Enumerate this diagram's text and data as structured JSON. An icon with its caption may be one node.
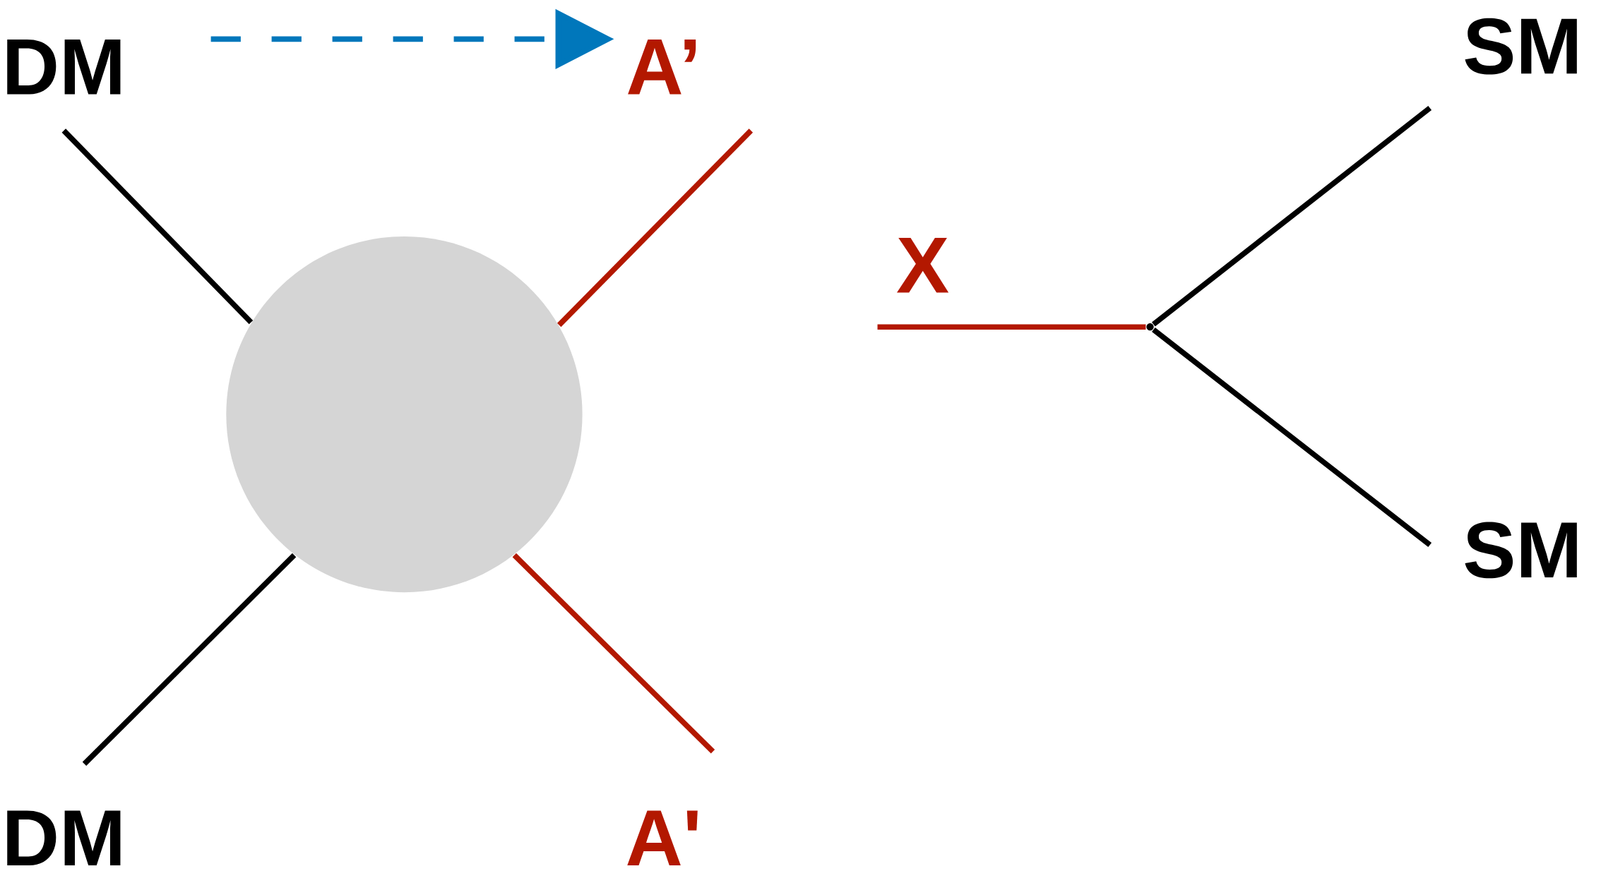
{
  "diagram": {
    "nodes": [
      {
        "text": [
          "DM"
        ]
      },
      {
        "text": [
          "A’"
        ]
      },
      {
        "text": [
          "DM"
        ]
      },
      {
        "text": [
          "A'"
        ]
      },
      {
        "text": [],
        "shape": "circle"
      },
      {
        "text": [
          "SM"
        ]
      },
      {
        "text": [
          "SM"
        ]
      },
      {
        "text": [],
        "shape": "dot"
      }
    ],
    "edges": [
      {
        "from": 0,
        "to": 4,
        "arrow": "none"
      },
      {
        "from": 1,
        "to": 4,
        "arrow": "none",
        "color": "#b31800"
      },
      {
        "from": 2,
        "to": 4,
        "arrow": "none"
      },
      {
        "from": 3,
        "to": 4,
        "arrow": "none",
        "color": "#b31800"
      },
      {
        "from": null,
        "to": 7,
        "arrow": "none",
        "label": "X",
        "color": "#b31800"
      },
      {
        "from": 7,
        "to": 5,
        "arrow": "none"
      },
      {
        "from": 7,
        "to": 6,
        "arrow": "none"
      }
    ]
  }
}
